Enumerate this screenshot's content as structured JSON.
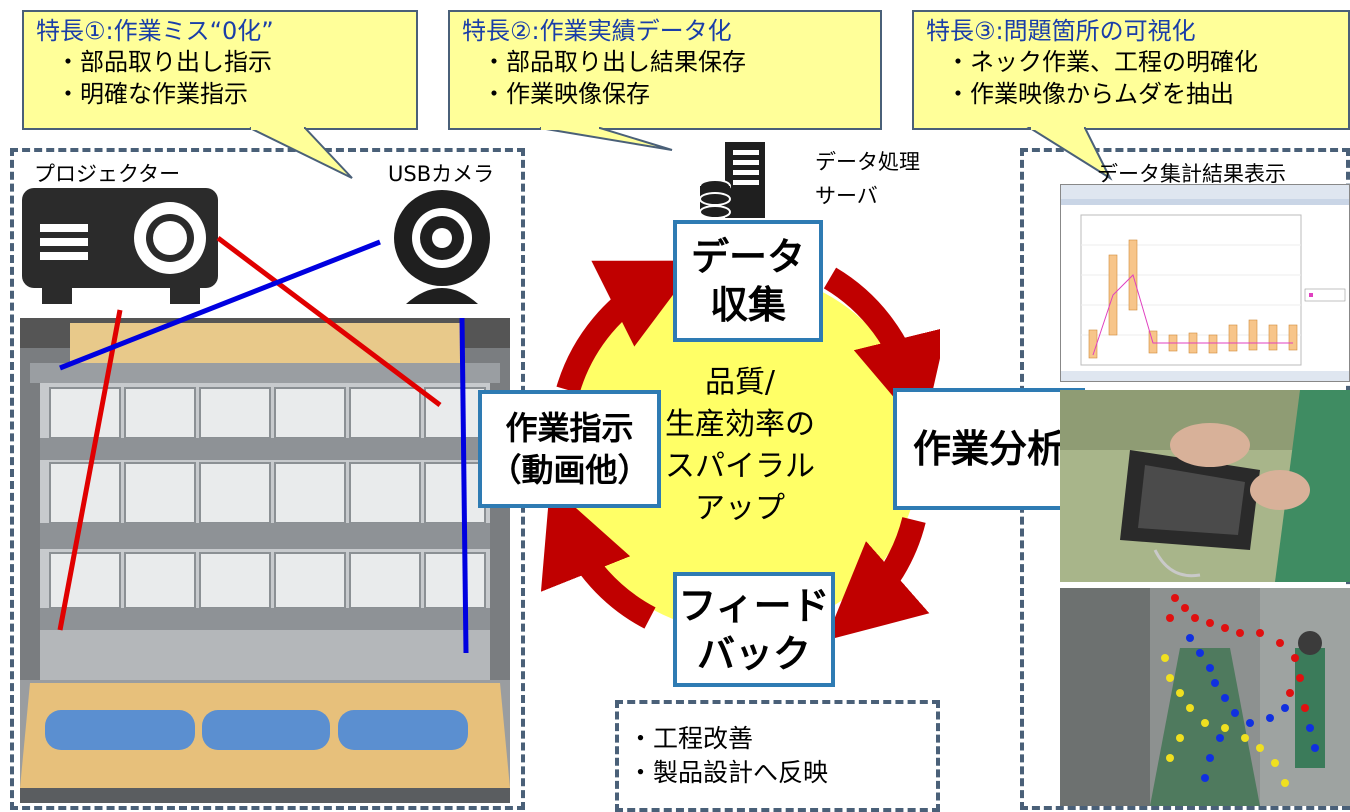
{
  "feature1": {
    "title": "特長①:作業ミス“0化”",
    "lines": [
      "・部品取り出し指示",
      "・明確な作業指示"
    ]
  },
  "feature2": {
    "title": "特長②:作業実績データ化",
    "lines": [
      "・部品取り出し結果保存",
      "・作業映像保存"
    ]
  },
  "feature3": {
    "title": "特長③:問題箇所の可視化",
    "lines": [
      "・ネック作業、工程の明確化",
      "・作業映像からムダを抽出"
    ]
  },
  "labels": {
    "projector": "プロジェクター",
    "camera": "USBカメラ",
    "server_line1": "データ処理",
    "server_line2": "サーバ",
    "data_display": "データ集計結果表示"
  },
  "cycle": {
    "collect": [
      "データ",
      "収集"
    ],
    "analysis": "作業分析",
    "feedback": [
      "フィード",
      "バック"
    ],
    "instruction": [
      "作業指示",
      "（動画他）"
    ],
    "center": [
      "品質/",
      "生産効率の",
      "スパイラル",
      "アップ"
    ]
  },
  "feedback_notes": [
    "・工程改善",
    "・製品設計へ反映"
  ],
  "colors": {
    "accent_blue": "#1a3ea8",
    "callout_fill": "#ffff99",
    "arrow_red": "#c00000",
    "box_border": "#2e7bb3",
    "circle_fill": "#ffff66"
  }
}
